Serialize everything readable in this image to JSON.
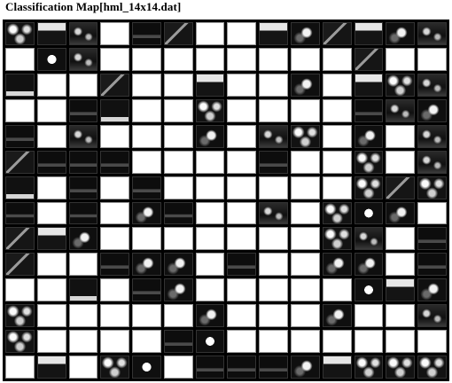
{
  "window": {
    "title": "Classification Map[hml_14x14.dat]"
  },
  "grid": {
    "rows": 14,
    "cols": 14,
    "cells": [
      [
        "tex-8",
        "tex-2",
        "tex-1",
        "empty",
        "tex-5",
        "tex-4",
        "empty",
        "empty",
        "tex-2",
        "tex-3",
        "tex-4",
        "tex-2",
        "tex-3",
        "tex-1"
      ],
      [
        "empty",
        "tex-6",
        "tex-1",
        "empty",
        "empty",
        "empty",
        "empty",
        "empty",
        "empty",
        "empty",
        "empty",
        "tex-4",
        "empty",
        "empty"
      ],
      [
        "tex-7",
        "empty",
        "empty",
        "tex-4",
        "empty",
        "empty",
        "tex-2",
        "empty",
        "empty",
        "tex-3",
        "empty",
        "tex-2",
        "tex-8",
        "tex-1"
      ],
      [
        "empty",
        "empty",
        "tex-5",
        "tex-7",
        "empty",
        "empty",
        "tex-8",
        "empty",
        "empty",
        "empty",
        "empty",
        "tex-5",
        "tex-1",
        "tex-3"
      ],
      [
        "tex-5",
        "empty",
        "tex-1",
        "empty",
        "empty",
        "empty",
        "tex-3",
        "empty",
        "tex-1",
        "tex-8",
        "empty",
        "tex-3",
        "empty",
        "tex-1"
      ],
      [
        "tex-4",
        "tex-5",
        "tex-5",
        "tex-5",
        "empty",
        "empty",
        "empty",
        "empty",
        "tex-5",
        "empty",
        "empty",
        "tex-8",
        "empty",
        "tex-1"
      ],
      [
        "tex-7",
        "empty",
        "tex-5",
        "empty",
        "tex-5",
        "empty",
        "empty",
        "empty",
        "empty",
        "empty",
        "empty",
        "tex-8",
        "tex-4",
        "tex-8"
      ],
      [
        "tex-5",
        "empty",
        "tex-5",
        "empty",
        "tex-3",
        "tex-5",
        "empty",
        "empty",
        "tex-1",
        "empty",
        "tex-8",
        "tex-6",
        "tex-3",
        "empty"
      ],
      [
        "tex-4",
        "tex-2",
        "tex-3",
        "empty",
        "empty",
        "empty",
        "empty",
        "empty",
        "empty",
        "empty",
        "tex-8",
        "tex-1",
        "empty",
        "tex-5"
      ],
      [
        "tex-4",
        "empty",
        "empty",
        "tex-5",
        "tex-3",
        "tex-3",
        "empty",
        "tex-5",
        "empty",
        "empty",
        "tex-3",
        "tex-3",
        "empty",
        "tex-5"
      ],
      [
        "empty",
        "empty",
        "tex-7",
        "empty",
        "tex-5",
        "tex-3",
        "empty",
        "empty",
        "empty",
        "empty",
        "empty",
        "tex-6",
        "tex-2",
        "tex-3"
      ],
      [
        "tex-8",
        "empty",
        "empty",
        "empty",
        "empty",
        "empty",
        "tex-3",
        "empty",
        "empty",
        "empty",
        "tex-3",
        "empty",
        "empty",
        "tex-1"
      ],
      [
        "tex-8",
        "empty",
        "empty",
        "empty",
        "empty",
        "tex-5",
        "tex-6",
        "empty",
        "empty",
        "empty",
        "empty",
        "empty",
        "empty",
        "empty"
      ],
      [
        "empty",
        "tex-2",
        "empty",
        "tex-8",
        "tex-6",
        "empty",
        "tex-5",
        "tex-5",
        "tex-5",
        "tex-3",
        "tex-2",
        "tex-8",
        "tex-8",
        "tex-8"
      ]
    ]
  }
}
